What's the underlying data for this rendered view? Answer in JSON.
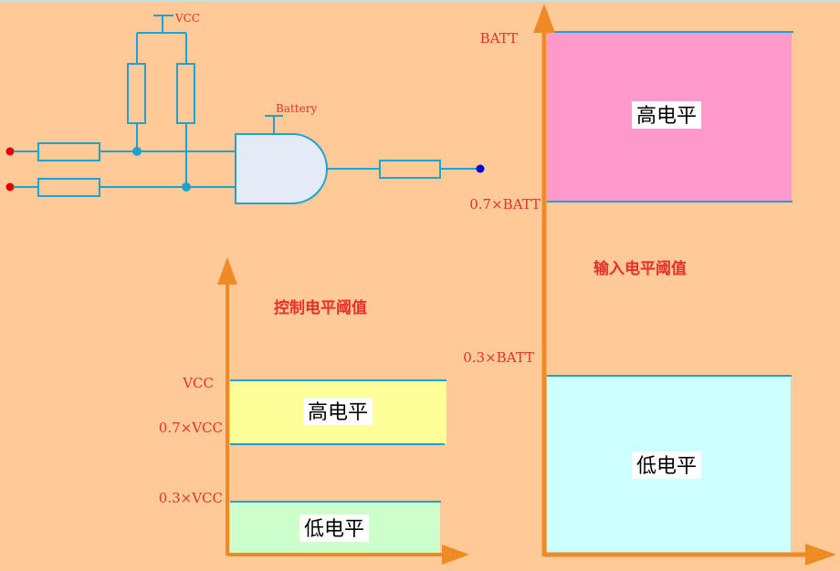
{
  "colors": {
    "background": "#FFC998",
    "axis": "#F08A24",
    "wire": "#1BA3D6",
    "label_red": "#E8302A",
    "control_high_fill": "#FFFF99",
    "control_low_fill": "#CCFFCC",
    "input_high_fill": "#FF99CC",
    "input_low_fill": "#CCFFFF",
    "pin_red": "#E00000",
    "pin_blue": "#0000DD",
    "gate_fill": "#E4EAF6"
  },
  "circuit": {
    "vcc_label": "VCC",
    "battery_label": "Battery"
  },
  "control_chart": {
    "title": "控制电平阈值",
    "levels": {
      "vcc": "VCC",
      "high_threshold": "0.7×VCC",
      "low_threshold": "0.3×VCC"
    },
    "zones": {
      "high": "高电平",
      "low": "低电平"
    }
  },
  "input_chart": {
    "title": "输入电平阈值",
    "levels": {
      "batt": "BATT",
      "high_threshold": "0.7×BATT",
      "low_threshold": "0.3×BATT"
    },
    "zones": {
      "high": "高电平",
      "low": "低电平"
    }
  }
}
